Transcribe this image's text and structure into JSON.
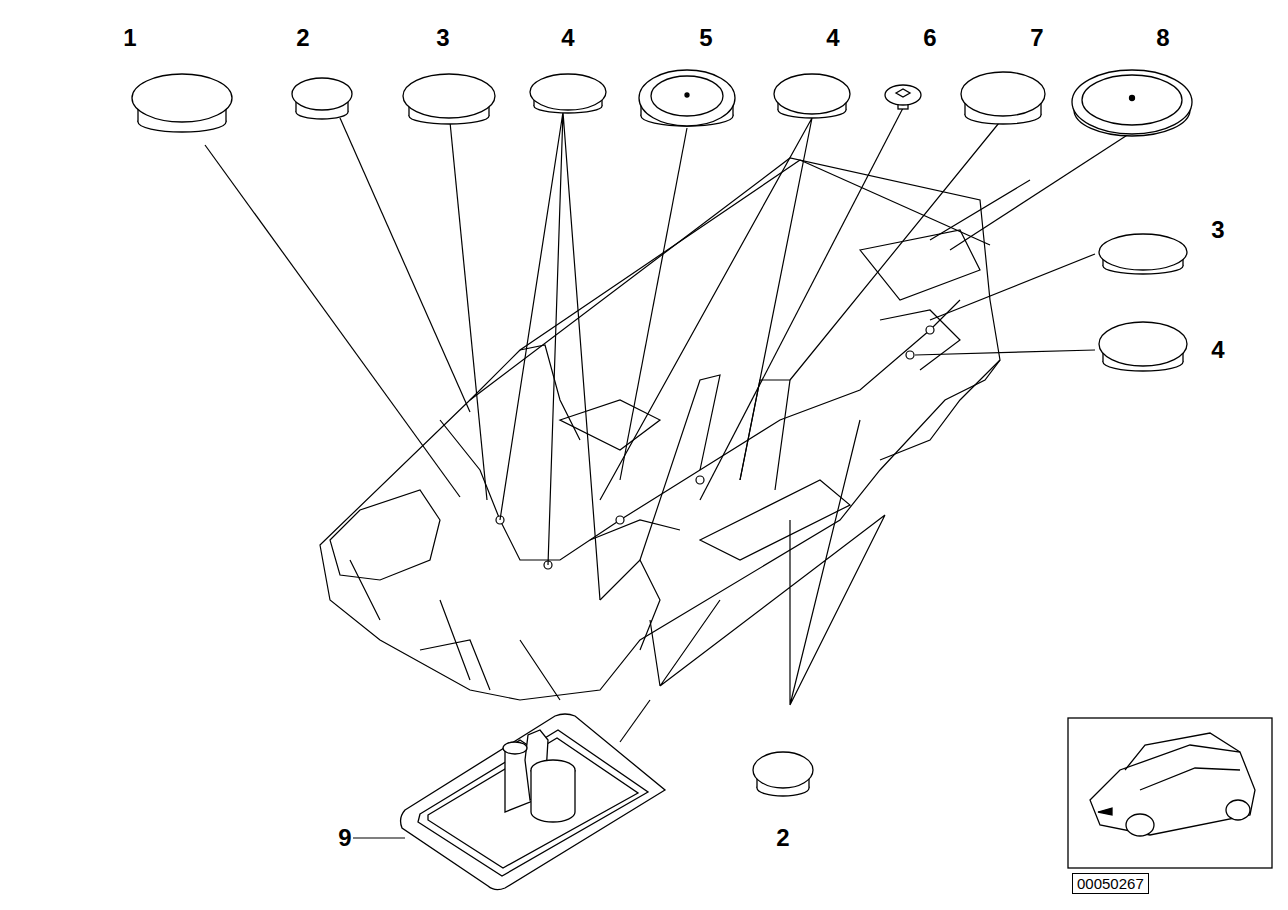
{
  "diagram": {
    "labels": [
      "1",
      "2",
      "3",
      "4",
      "5",
      "4",
      "6",
      "7",
      "8",
      "3",
      "4",
      "9",
      "2",
      "00050267"
    ]
  }
}
